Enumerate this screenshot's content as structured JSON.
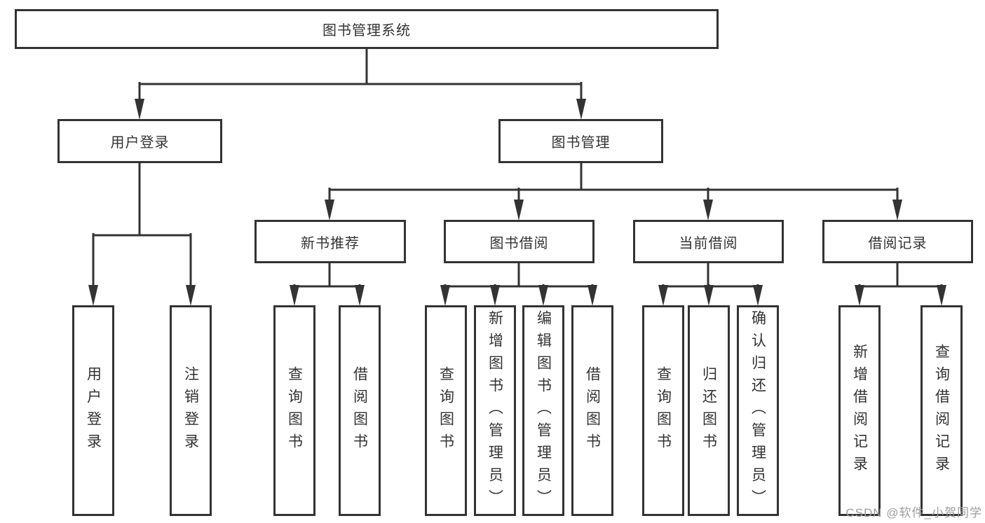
{
  "colors": {
    "line": "#333333",
    "text": "#333333",
    "box_bg": "#ffffff",
    "watermark": "#9e9e9e"
  },
  "watermark": {
    "text": "CSDN @软件_小贺同学"
  },
  "tree": {
    "root": {
      "label": "图书管理系统",
      "children": [
        {
          "label": "用户登录",
          "children": [
            {
              "label": "用户登录"
            },
            {
              "label": "注销登录"
            }
          ]
        },
        {
          "label": "图书管理",
          "children": [
            {
              "label": "新书推荐",
              "children": [
                {
                  "label": "查询图书"
                },
                {
                  "label": "借阅图书"
                }
              ]
            },
            {
              "label": "图书借阅",
              "children": [
                {
                  "label": "查询图书"
                },
                {
                  "label": "新增图书（管理员）"
                },
                {
                  "label": "编辑图书（管理员）"
                },
                {
                  "label": "借阅图书"
                }
              ]
            },
            {
              "label": "当前借阅",
              "children": [
                {
                  "label": "查询图书"
                },
                {
                  "label": "归还图书"
                },
                {
                  "label": "确认归还（管理员）"
                }
              ]
            },
            {
              "label": "借阅记录",
              "children": [
                {
                  "label": "新增借阅记录"
                },
                {
                  "label": "查询借阅记录"
                }
              ]
            }
          ]
        }
      ]
    }
  }
}
